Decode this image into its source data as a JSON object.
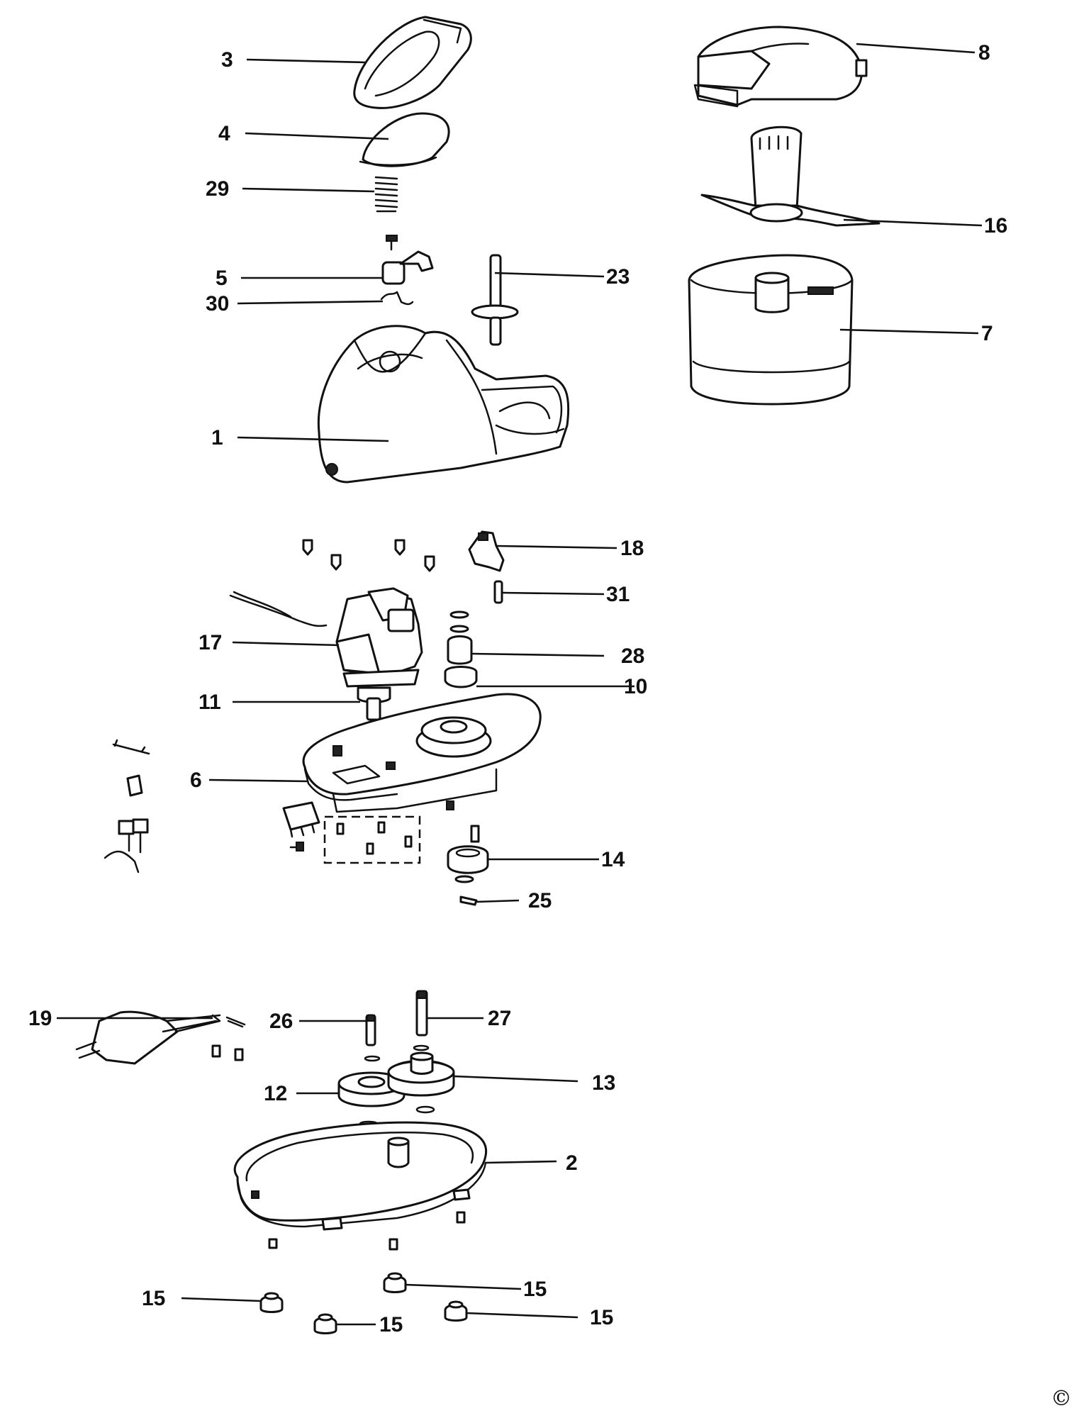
{
  "labels": {
    "p1": "1",
    "p2": "2",
    "p3": "3",
    "p4": "4",
    "p5": "5",
    "p6": "6",
    "p7": "7",
    "p8": "8",
    "p10": "10",
    "p11": "11",
    "p12": "12",
    "p13": "13",
    "p14": "14",
    "p15a": "15",
    "p15b": "15",
    "p15c": "15",
    "p15d": "15",
    "p16": "16",
    "p17": "17",
    "p18": "18",
    "p19": "19",
    "p23": "23",
    "p25": "25",
    "p26": "26",
    "p27": "27",
    "p28": "28",
    "p29": "29",
    "p30": "30",
    "p31": "31"
  },
  "copyright": "©"
}
